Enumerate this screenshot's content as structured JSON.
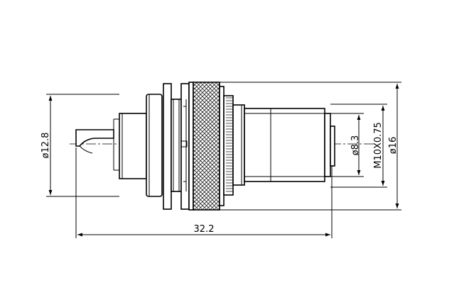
{
  "drawing": {
    "dimensions": {
      "overall_length": "32.2",
      "left_diameter": "ø12.8",
      "inner_diameter": "ø8.3",
      "thread": "M10X0.75",
      "outer_diameter": "ø16"
    }
  }
}
